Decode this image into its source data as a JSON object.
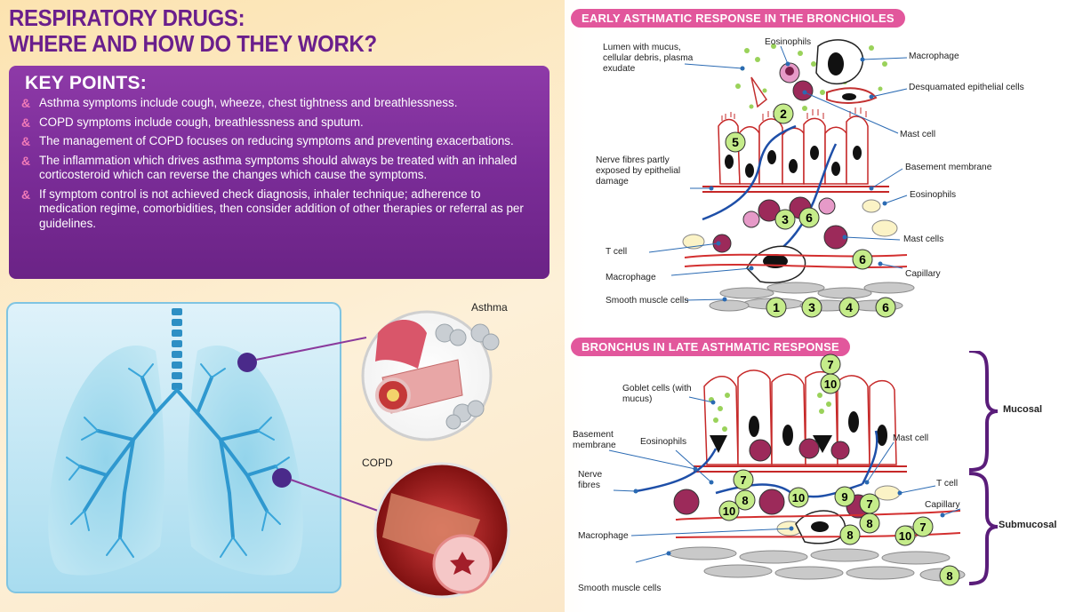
{
  "title": {
    "line1": "RESPIRATORY DRUGS:",
    "line2": "WHERE AND HOW DO THEY WORK?"
  },
  "key_points": {
    "heading": "KEY POINTS:",
    "items": [
      "Asthma symptoms  include cough, wheeze, chest tightness and breathlessness.",
      "COPD symptoms include cough, breathlessness and sputum.",
      "The management of COPD focuses on reducing symptoms and preventing exacerbations.",
      "The inflammation which drives asthma symptoms should always be treated with an inhaled corticosteroid which can reverse the changes which cause the symptoms.",
      "If symptom control is not achieved check diagnosis, inhaler technique; adherence to medication regime, comorbidities, then consider addition of other therapies or referral as per guidelines."
    ]
  },
  "lungs": {
    "asthma_label": "Asthma",
    "copd_label": "COPD"
  },
  "early": {
    "heading": "EARLY ASTHMATIC RESPONSE IN THE BRONCHIOLES",
    "labels": {
      "lumen": "Lumen with mucus, cellular debris, plasma exudate",
      "eosinophils_top": "Eosinophils",
      "macrophage_top": "Macrophage",
      "desquamated": "Desquamated epithelial cells",
      "mast_cell": "Mast cell",
      "nerve": "Nerve fibres partly exposed by epithelial damage",
      "basement": "Basement membrane",
      "eosinophils_mid": "Eosinophils",
      "mast_cells": "Mast cells",
      "t_cell": "T cell",
      "macrophage_low": "Macrophage",
      "capillary": "Capillary",
      "smooth": "Smooth muscle cells"
    },
    "numbers": [
      "2",
      "5",
      "3",
      "6",
      "6",
      "1",
      "3",
      "4",
      "6"
    ]
  },
  "late": {
    "heading": "BRONCHUS IN LATE ASTHMATIC RESPONSE",
    "labels": {
      "goblet": "Goblet cells (with mucus)",
      "basement": "Basement membrane",
      "eosinophils": "Eosinophils",
      "mast_cell": "Mast cell",
      "nerve": "Nerve fibres",
      "t_cell": "T cell",
      "capillary": "Capillary",
      "macrophage": "Macrophage",
      "smooth": "Smooth muscle cells",
      "mucosal": "Mucosal",
      "submucosal": "Submucosal"
    },
    "numbers": [
      "7",
      "10",
      "7",
      "8",
      "10",
      "10",
      "9",
      "7",
      "8",
      "8",
      "10",
      "7",
      "8"
    ]
  },
  "colors": {
    "title": "#6a1f8c",
    "keypoints_bg": "#7a2c97",
    "section_head": "#e2579c",
    "badge": "#c5ec8a",
    "brace": "#5a1d7a"
  }
}
